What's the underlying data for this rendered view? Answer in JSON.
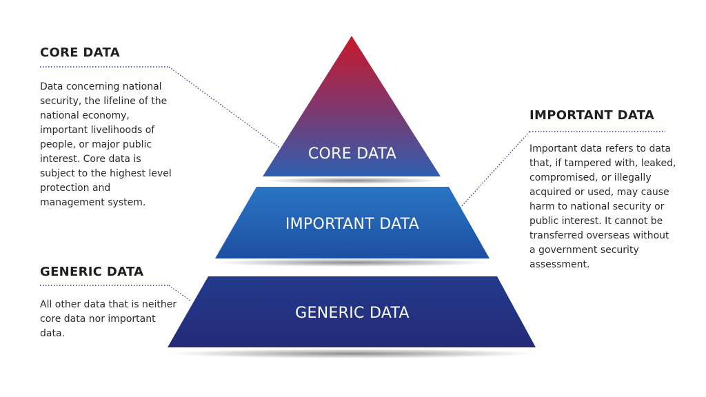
{
  "pyramid": {
    "top_label": "CORE DATA",
    "middle_label": "IMPORTANT DATA",
    "bottom_label": "GENERIC DATA",
    "colors": {
      "top_gradient_start": "#c8182a",
      "top_gradient_end": "#2f5fb0",
      "middle_gradient_start": "#2a76c4",
      "middle_gradient_end": "#1d4ea3",
      "bottom_gradient_start": "#233a8c",
      "bottom_gradient_end": "#242b78",
      "connector": "#2d3f8f"
    }
  },
  "core": {
    "title": "CORE DATA",
    "description": "Data concerning national security, the lifeline of the national economy, important livelihoods of people, or major public interest. Core data is subject to the highest level protection and management system."
  },
  "important": {
    "title": "IMPORTANT DATA",
    "description": "Important data refers to data that, if tampered with, leaked, compromised, or illegally acquired or used, may cause harm to national security or public interest. It cannot be transferred overseas without a government security assessment."
  },
  "generic": {
    "title": "GENERIC DATA",
    "description": "All other data that is neither core data nor important data."
  }
}
